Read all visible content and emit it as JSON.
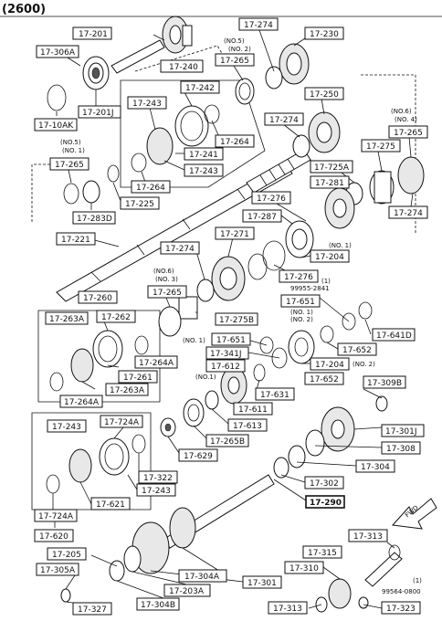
{
  "header": "(2600)",
  "fwd": "FWD",
  "labels": {
    "l17201": "17-201",
    "l17306A": "17-306A",
    "l17201J": "17-201J",
    "l17240": "17-240",
    "l1710AK": "17-10AK",
    "l17274a": "17-274",
    "l17230": "17-230",
    "l17265a": "17-265",
    "l17242": "17-242",
    "l17243a": "17-243",
    "l17250": "17-250",
    "l17274b": "17-274",
    "l17264a": "17-264",
    "l17241": "17-241",
    "l17243b": "17-243",
    "l17265b": "17-265",
    "l17275": "17-275",
    "l17265c": "17-265",
    "l17725A": "17-725A",
    "l17264b": "17-264",
    "l17283D": "17-283D",
    "l17225": "17-225",
    "l17281": "17-281",
    "l17276a": "17-276",
    "l17274c": "17-274",
    "l17287": "17-287",
    "l17221": "17-221",
    "l17271": "17-271",
    "l17274d": "17-274",
    "l17204a": "17-204",
    "l17276b": "17-276",
    "l17265d": "17-265",
    "l17260": "17-260",
    "l17651a": "17-651",
    "l17263A": "17-263A",
    "l17262": "17-262",
    "l17275B": "17-275B",
    "l17641D": "17-641D",
    "l17651b": "17-651",
    "l17341J": "17-341J",
    "l17652a": "17-652",
    "l17264A": "17-264A",
    "l17612": "17-612",
    "l17204b": "17-204",
    "l17261": "17-261",
    "l17652b": "17-652",
    "l17263Ab": "17-263A",
    "l17631": "17-631",
    "l17309B": "17-309B",
    "l17264Ab": "17-264A",
    "l17611": "17-611",
    "l17613": "17-613",
    "l17243c": "17-243",
    "l17724A": "17-724A",
    "l17265B": "17-265B",
    "l17301J": "17-301J",
    "l17629": "17-629",
    "l17308": "17-308",
    "l17304": "17-304",
    "l17322": "17-322",
    "l17243d": "17-243",
    "l17302": "17-302",
    "l17621": "17-621",
    "l17290": "17-290",
    "l17724Ab": "17-724A",
    "l17620": "17-620",
    "l17313a": "17-313",
    "l17205": "17-205",
    "l17315": "17-315",
    "l17305A": "17-305A",
    "l17304A": "17-304A",
    "l17310": "17-310",
    "l17301": "17-301",
    "l17203A": "17-203A",
    "l17327": "17-327",
    "l17304B": "17-304B",
    "l17313b": "17-313",
    "l17323": "17-323"
  },
  "notes": {
    "n5a": "(NO.5)",
    "n2a": "(NO. 2)",
    "n6a": "(NO.6)",
    "n4a": "(NO. 4)",
    "n5b": "(NO.5)",
    "n1a": "(NO. 1)",
    "n1b": "(NO. 1)",
    "n6b": "(NO.6)",
    "n3a": "(NO. 3)",
    "n1c": "(1)",
    "p99955": "99955-2841",
    "n1d": "(NO. 1)",
    "n2b": "(NO. 2)",
    "n1e": "(NO. 1)",
    "n2c": "(NO. 2)",
    "n1f": "(NO.1)",
    "n1g": "(1)",
    "p99564": "99564-0800"
  }
}
